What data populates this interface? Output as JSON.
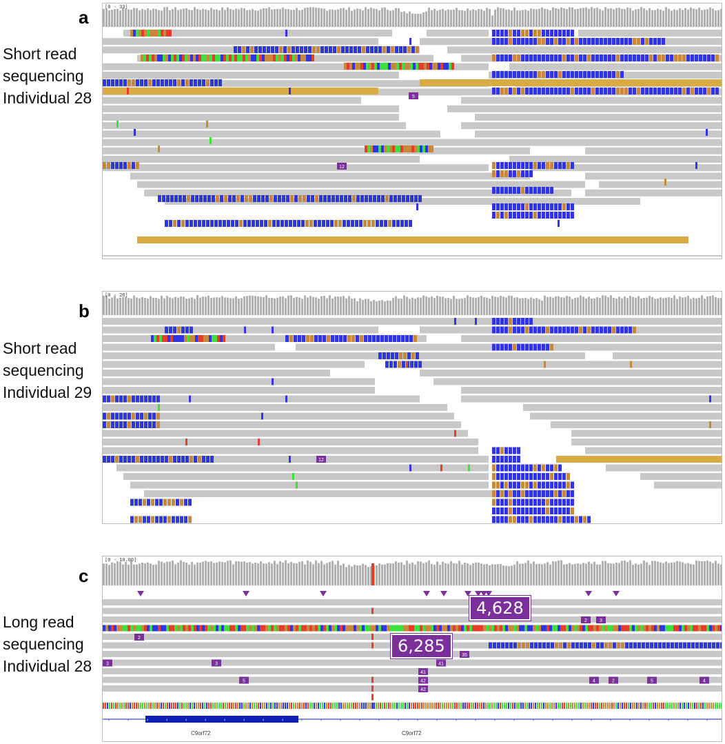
{
  "panels": [
    {
      "letter": "a",
      "label": "Short read\nsequencing\nIndividual 28",
      "range": "[0 - 33]"
    },
    {
      "letter": "b",
      "label": "Short read\nsequencing\nIndividual 29",
      "range": "[0 - 26]"
    },
    {
      "letter": "c",
      "label": "Long read\nsequencing\nIndividual 28",
      "range": "[0 - 10.00]"
    }
  ],
  "callouts": {
    "first": "4,628",
    "second": "6,285"
  },
  "insertion_labels": {
    "a_12": "12",
    "a_5": "5",
    "b_12": "12",
    "c_2a": "2",
    "c_3a": "3",
    "c_2b": "2",
    "c_3b": "3",
    "c_3c": "3",
    "c_35": "35",
    "c_41a": "41",
    "c_41b": "41",
    "c_5": "5",
    "c_42a": "42",
    "c_42b": "42",
    "c_4a": "4",
    "c_2c": "2",
    "c_5b": "5",
    "c_4b": "4"
  },
  "gene": {
    "name1": "C9orf72",
    "name2": "C9orf72"
  },
  "colors": {
    "read": "#c8c8c8",
    "mismatch_blue": "#2f35e0",
    "mismatch_orange": "#c8873a",
    "mismatch_red": "#e63c2b",
    "mismatch_green": "#3ee03e",
    "insertion": "#7a2f9a",
    "coverage": "#b0b0b0",
    "gold": "#d8ac42",
    "gene": "#0b1fb0"
  }
}
